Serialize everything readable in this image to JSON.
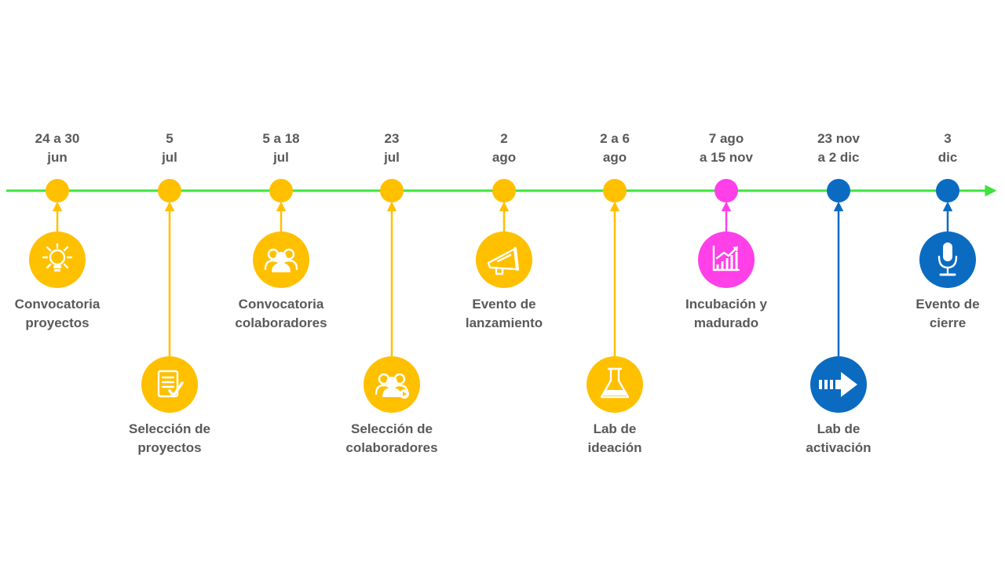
{
  "colors": {
    "axis": "#3ee33e",
    "yellow": "#ffc000",
    "magenta": "#ff3fe8",
    "blue": "#0a6bc1",
    "text": "#595959"
  },
  "milestones": [
    {
      "date_line1": "24 a 30",
      "date_line2": "jun",
      "label_line1": "Convocatoria",
      "label_line2": "proyectos",
      "color": "#ffc000",
      "icon": "lightbulb-icon",
      "level": "upper"
    },
    {
      "date_line1": "5",
      "date_line2": "jul",
      "label_line1": "Selección de",
      "label_line2": "proyectos",
      "color": "#ffc000",
      "icon": "checklist-icon",
      "level": "lower"
    },
    {
      "date_line1": "5 a 18",
      "date_line2": "jul",
      "label_line1": "Convocatoria",
      "label_line2": "colaboradores",
      "color": "#ffc000",
      "icon": "group-icon",
      "level": "upper"
    },
    {
      "date_line1": "23",
      "date_line2": "jul",
      "label_line1": "Selección de",
      "label_line2": "colaboradores",
      "color": "#ffc000",
      "icon": "group-add-icon",
      "level": "lower"
    },
    {
      "date_line1": "2",
      "date_line2": "ago",
      "label_line1": "Evento de",
      "label_line2": "lanzamiento",
      "color": "#ffc000",
      "icon": "megaphone-icon",
      "level": "upper"
    },
    {
      "date_line1": "2 a 6",
      "date_line2": "ago",
      "label_line1": "Lab de",
      "label_line2": "ideación",
      "color": "#ffc000",
      "icon": "flask-icon",
      "level": "lower"
    },
    {
      "date_line1": "7 ago",
      "date_line2": "a 15 nov",
      "label_line1": "Incubación y",
      "label_line2": "madurado",
      "color": "#ff3fe8",
      "icon": "growth-chart-icon",
      "level": "upper"
    },
    {
      "date_line1": "23 nov",
      "date_line2": "a 2 dic",
      "label_line1": "Lab de",
      "label_line2": "activación",
      "color": "#0a6bc1",
      "icon": "arrow-right-icon",
      "level": "lower"
    },
    {
      "date_line1": "3",
      "date_line2": "dic",
      "label_line1": "Evento de",
      "label_line2": "cierre",
      "color": "#0a6bc1",
      "icon": "microphone-icon",
      "level": "upper"
    }
  ]
}
